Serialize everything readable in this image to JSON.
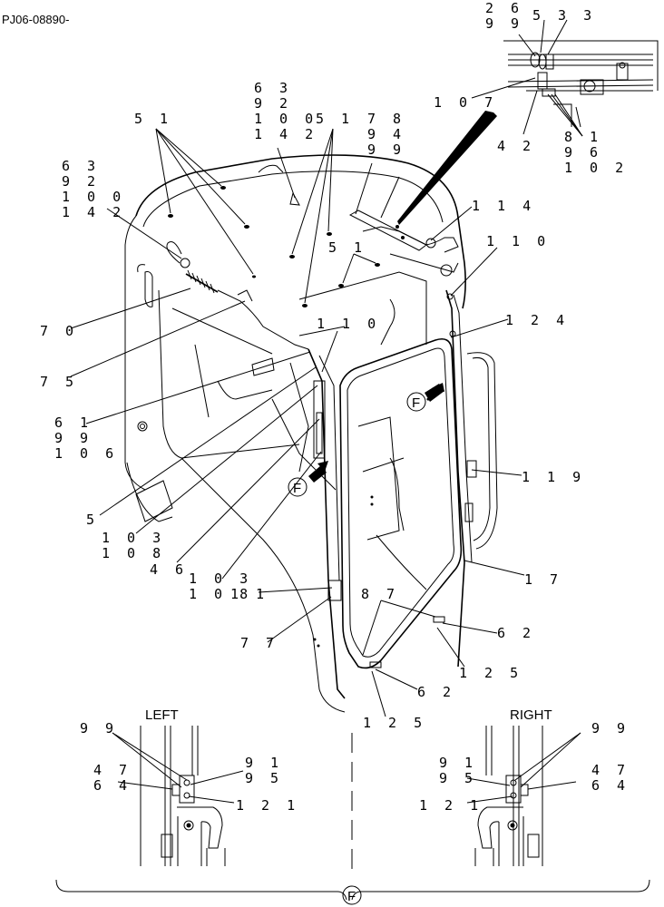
{
  "drawing_number": "PJ06-08890-",
  "view_labels": {
    "left": "LEFT",
    "right": "RIGHT",
    "detail_marker": "F"
  },
  "callouts": {
    "c1": [
      "2 6",
      "9 9"
    ],
    "c2": [
      "5 3 3"
    ],
    "c3": [
      "1 0 7"
    ],
    "c4": [
      "4 2"
    ],
    "c5": [
      "8 1",
      "9 6",
      "1 0 2"
    ],
    "c6": [
      "6 3",
      "9 2",
      "1 0 0",
      "1 4 2"
    ],
    "c7": [
      "5 1"
    ],
    "c8": [
      "5 1"
    ],
    "c9": [
      "7 8",
      "9 4",
      "9 9"
    ],
    "c10": [
      "6 3",
      "9 2",
      "1 0 0",
      "1 4 2"
    ],
    "c11": [
      "1 1 4"
    ],
    "c12": [
      "5 1"
    ],
    "c13": [
      "1 1 0"
    ],
    "c14": [
      "7 0"
    ],
    "c15": [
      "1 1 0"
    ],
    "c16": [
      "1 2 4"
    ],
    "c17": [
      "7 5"
    ],
    "c18": [
      "6 1",
      "9 9",
      "1 0 6"
    ],
    "c19": [
      "1 1 9"
    ],
    "c20": [
      "5"
    ],
    "c21": [
      "1 0 3",
      "1 0 8"
    ],
    "c22": [
      "4 6"
    ],
    "c23": [
      "1 0 3",
      "1 0 8"
    ],
    "c24": [
      "1 7"
    ],
    "c25": [
      "1 1"
    ],
    "c26": [
      "8 7"
    ],
    "c27": [
      "6 2"
    ],
    "c28": [
      "7 7"
    ],
    "c29": [
      "1 2 5"
    ],
    "c30": [
      "6 2"
    ],
    "c31": [
      "1 2 5"
    ],
    "c32": [
      "9 9"
    ],
    "c33": [
      "4 7",
      "6 4"
    ],
    "c34": [
      "9 1",
      "9 5"
    ],
    "c35": [
      "1 2 1"
    ],
    "c36": [
      "9 9"
    ],
    "c37": [
      "9 1",
      "9 5"
    ],
    "c38": [
      "4 7",
      "6 4"
    ],
    "c39": [
      "1 2 1"
    ]
  }
}
